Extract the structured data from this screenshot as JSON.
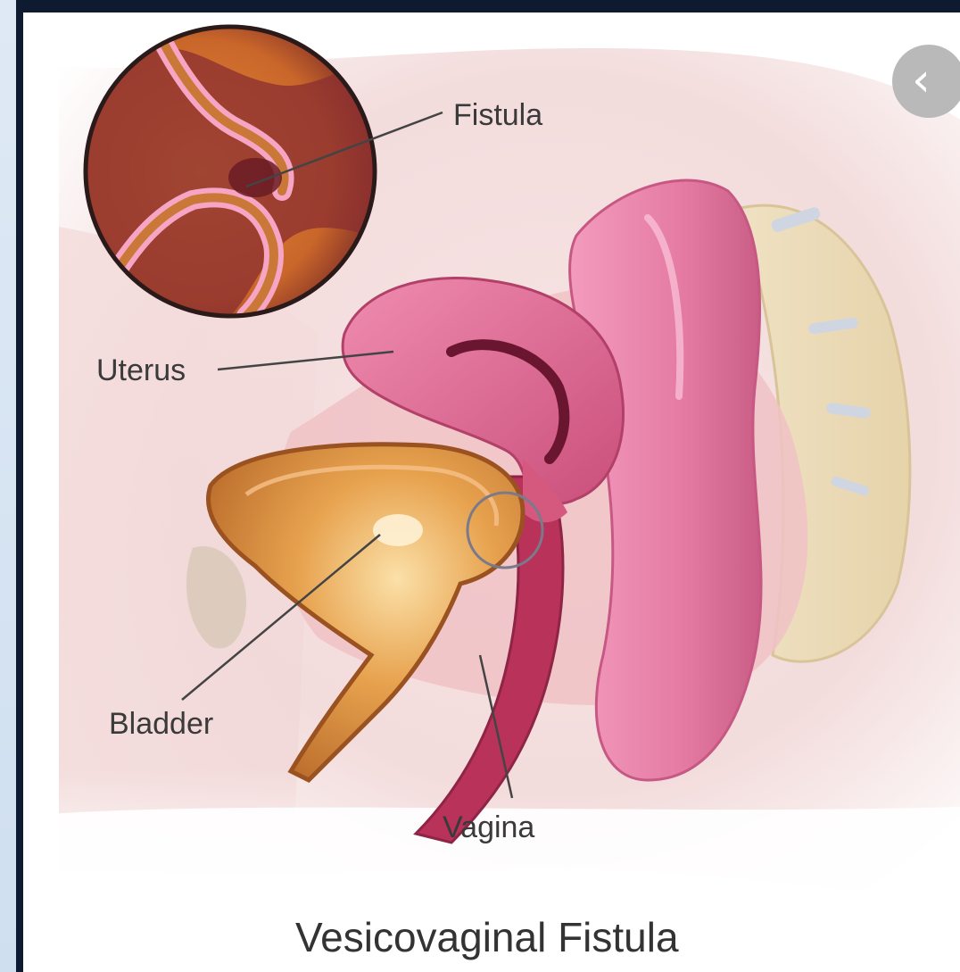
{
  "figure": {
    "title": "Vesicovaginal Fistula",
    "labels": {
      "fistula": "Fistula",
      "uterus": "Uterus",
      "bladder": "Bladder",
      "vagina": "Vagina"
    }
  },
  "controls": {
    "back_icon": "chevron-left-icon",
    "back_glyph": "‹"
  },
  "colors": {
    "background": "#0e1a30",
    "canvas": "#ffffff",
    "uterus": "#e0668f",
    "bladder": "#d98a3a",
    "rectum": "#e880a8",
    "skin": "#f3d6d4",
    "label_text": "#3a3a3a"
  }
}
